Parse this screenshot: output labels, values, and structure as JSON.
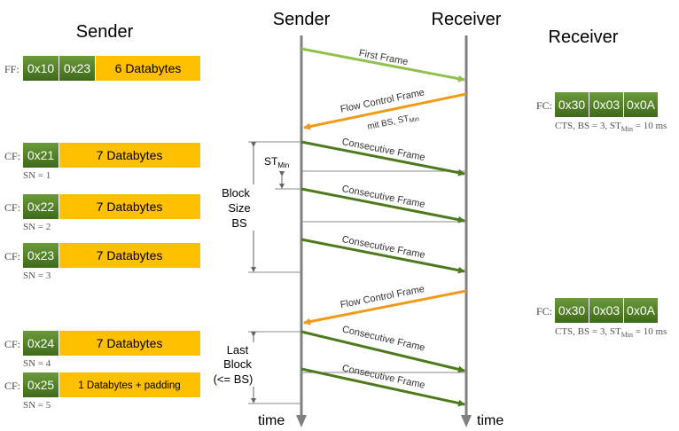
{
  "headings": {
    "sender_left": "Sender",
    "sender_center": "Sender",
    "receiver_center": "Receiver",
    "receiver_right": "Receiver",
    "time_left": "time",
    "time_right": "time"
  },
  "colors": {
    "byte_green": "#4c7a23",
    "databytes_orange": "#ffc000",
    "first_frame_arrow": "#92c04f",
    "flow_control_arrow": "#f29a17",
    "consecutive_arrow": "#4d7a1c",
    "timeline_gray": "#808080"
  },
  "sender_frames": [
    {
      "label": "FF:",
      "bytes": [
        "0x10",
        "0x23"
      ],
      "data": "6 Databytes",
      "sn": ""
    },
    {
      "label": "CF:",
      "bytes": [
        "0x21"
      ],
      "data": "7 Databytes",
      "sn": "SN = 1"
    },
    {
      "label": "CF:",
      "bytes": [
        "0x22"
      ],
      "data": "7 Databytes",
      "sn": "SN = 2"
    },
    {
      "label": "CF:",
      "bytes": [
        "0x23"
      ],
      "data": "7 Databytes",
      "sn": "SN = 3"
    },
    {
      "label": "CF:",
      "bytes": [
        "0x24"
      ],
      "data": "7 Databytes",
      "sn": "SN = 4"
    },
    {
      "label": "CF:",
      "bytes": [
        "0x25"
      ],
      "data": "1 Databytes + padding",
      "sn": "SN = 5"
    }
  ],
  "receiver_frames": [
    {
      "label": "FC:",
      "bytes": [
        "0x30",
        "0x03",
        "0x0A"
      ],
      "note_prefix": "CTS, BS = 3, ST",
      "note_sub": "Min",
      "note_suffix": " = 10 ms"
    },
    {
      "label": "FC:",
      "bytes": [
        "0x30",
        "0x03",
        "0x0A"
      ],
      "note_prefix": "CTS, BS = 3, ST",
      "note_sub": "Min",
      "note_suffix": " = 10 ms"
    }
  ],
  "messages": {
    "first_frame": "First Frame",
    "flow_control_1": "Flow Control Frame",
    "flow_control_1_sub_prefix": "mit BS, ST",
    "flow_control_1_sub_sub": "Min",
    "consecutive_1": "Consecutive Frame",
    "consecutive_2": "Consecutive Frame",
    "consecutive_3": "Consecutive Frame",
    "flow_control_2": "Flow Control Frame",
    "consecutive_4": "Consecutive Frame",
    "consecutive_5": "Consecutive Frame"
  },
  "annotations": {
    "st_min_prefix": "ST",
    "st_min_sub": "Min",
    "block_size_1": "Block",
    "block_size_2": "Size",
    "block_size_3": "BS",
    "last_block_1": "Last",
    "last_block_2": "Block",
    "last_block_3": "(<= BS)"
  }
}
